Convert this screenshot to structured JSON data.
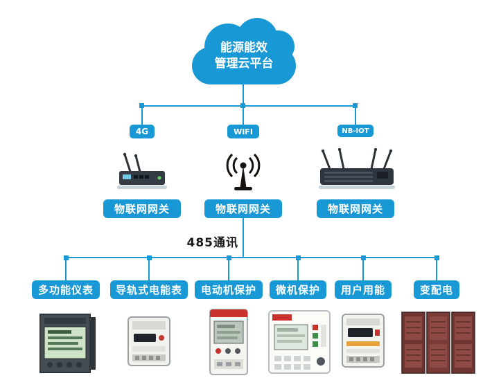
{
  "colors": {
    "accent": "#1898d5",
    "line": "#1898d5",
    "text_dark": "#1b1b1b",
    "alarm_red": "#c8332e"
  },
  "cloud": {
    "line1": "能源能效",
    "line2": "管理云平台"
  },
  "connections": [
    {
      "label": "4G"
    },
    {
      "label": "WIFI"
    },
    {
      "label": "NB-IOT"
    }
  ],
  "gateways": [
    {
      "label": "物联网网关"
    },
    {
      "label": "物联网网关"
    },
    {
      "label": "物联网网关"
    }
  ],
  "bus": {
    "label": "485通讯"
  },
  "devices": [
    {
      "label": "多功能仪表"
    },
    {
      "label": "导轨式电能表"
    },
    {
      "label": "电动机保护"
    },
    {
      "label": "微机保护"
    },
    {
      "label": "用户用能"
    },
    {
      "label": "变配电"
    }
  ],
  "images": {
    "router_4g": "4G IoT gateway router with two antennas",
    "wifi_antenna": "WiFi antenna",
    "router_nbiot": "NB-IOT gateway router with four antennas",
    "multifunction_meter": "panel multifunction power meter",
    "din_rail_meter": "DIN-rail energy meter",
    "motor_protector": "motor protection relay",
    "micro_protection": "microcomputer protection device",
    "user_energy_meter": "user energy metering device",
    "distribution_cabinets": "power distribution cabinets"
  }
}
